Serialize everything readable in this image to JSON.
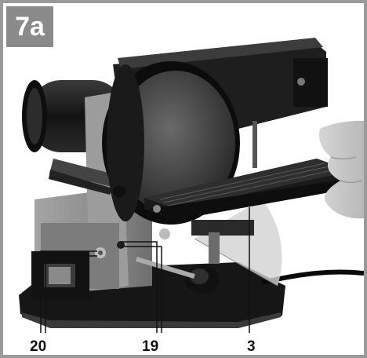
{
  "figure": {
    "badge": "7a",
    "callouts": [
      {
        "label": "20"
      },
      {
        "label": "19"
      },
      {
        "label": "3"
      }
    ]
  },
  "colors": {
    "frame": "#9a9a9a",
    "badge_bg": "#8a8a8a",
    "badge_text": "#ffffff",
    "machine_dark": "#1c1c1c",
    "machine_grey": "#8e8e8e",
    "background": "#ffffff"
  }
}
